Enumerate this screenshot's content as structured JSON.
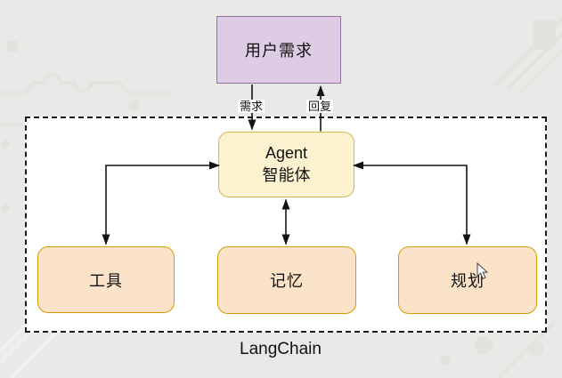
{
  "diagram": {
    "user_requirement_box": {
      "label": "用户需求"
    },
    "edges": {
      "request_label": "需求",
      "reply_label": "回复"
    },
    "agent_box": {
      "line1": "Agent",
      "line2": "智能体"
    },
    "modules": [
      {
        "label": "工具"
      },
      {
        "label": "记忆"
      },
      {
        "label": "规划"
      }
    ],
    "container_label": "LangChain",
    "colors": {
      "page_background": "#e9e9e7",
      "container_fill": "#ffffff",
      "container_border": "#1c1c1c",
      "user_box_fill": "#ddcce4",
      "user_box_border": "#9673a6",
      "agent_box_fill": "#fdf2d0",
      "agent_box_border": "#d6b656",
      "module_fill": "#fbe3c9",
      "module_border": "#d79b00",
      "edge_line": "#141414"
    }
  }
}
